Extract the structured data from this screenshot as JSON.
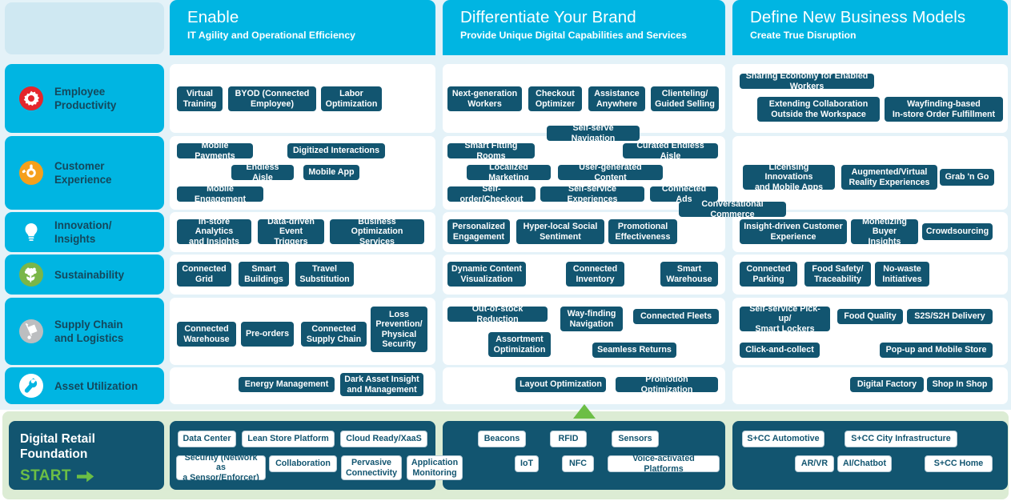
{
  "columns": [
    {
      "title": "Enable",
      "subtitle": "IT Agility and Operational Efficiency"
    },
    {
      "title": "Differentiate Your Brand",
      "subtitle": "Provide Unique Digital Capabilities and Services"
    },
    {
      "title": "Define New Business Models",
      "subtitle": "Create True Disruption"
    }
  ],
  "rows": [
    {
      "label": "Employee\nProductivity",
      "icon": "gear-icon",
      "icon_color": "#e4262c"
    },
    {
      "label": "Customer\nExperience",
      "icon": "customer-target-icon",
      "icon_color": "#f5a01c"
    },
    {
      "label": "Innovation/\nInsights",
      "icon": "lightbulb-icon",
      "icon_color": "#ffffff"
    },
    {
      "label": "Sustainability",
      "icon": "plant-icon",
      "icon_color": "#7ab648"
    },
    {
      "label": "Supply Chain\nand Logistics",
      "icon": "hand-truck-icon",
      "icon_color": "#bcbec0"
    },
    {
      "label": "Asset Utilization",
      "icon": "wrench-icon",
      "icon_color": "#ffffff"
    }
  ],
  "chips": {
    "employee_productivity": {
      "enable": [
        "Virtual\nTraining",
        "BYOD (Connected\nEmployee)",
        "Labor\nOptimization"
      ],
      "differentiate": [
        "Next-generation\nWorkers",
        "Checkout\nOptimizer",
        "Assistance\nAnywhere",
        "Clienteling/\nGuided Selling"
      ],
      "define": [
        "Sharing Economy for Enabled Workers",
        "Extending Collaboration\nOutside the Workspace",
        "Wayfinding-based\nIn-store Order Fulfillment"
      ]
    },
    "customer_experience": {
      "enable": [
        "Mobile Payments",
        "Digitized Interactions",
        "Endless Aisle",
        "Mobile App",
        "Mobile Engagement"
      ],
      "differentiate": [
        "Self-serve Navigation",
        "Smart Fitting Rooms",
        "Curated Endless Aisle",
        "Localized Marketing",
        "User-generated Content",
        "Self-order/Checkout",
        "Self-service Experiences",
        "Connected Ads"
      ],
      "define": [
        "Licensing Innovations\nand Mobile Apps",
        "Augmented/Virtual\nReality Experiences",
        "Grab 'n Go",
        "Conversational Commerce"
      ]
    },
    "innovation_insights": {
      "enable": [
        "In-store Analytics\nand Insights",
        "Data-driven\nEvent Triggers",
        "Business Optimization\nServices"
      ],
      "differentiate": [
        "Personalized\nEngagement",
        "Hyper-local Social\nSentiment",
        "Promotional\nEffectiveness"
      ],
      "define": [
        "Insight-driven Customer\nExperience",
        "Monetizing\nBuyer Insights",
        "Crowdsourcing"
      ]
    },
    "sustainability": {
      "enable": [
        "Connected\nGrid",
        "Smart\nBuildings",
        "Travel\nSubstitution"
      ],
      "differentiate": [
        "Dynamic Content\nVisualization",
        "Connected\nInventory",
        "Smart\nWarehouse"
      ],
      "define": [
        "Connected\nParking",
        "Food Safety/\nTraceability",
        "No-waste\nInitiatives"
      ]
    },
    "supply_chain": {
      "enable": [
        "Connected\nWarehouse",
        "Pre-orders",
        "Connected\nSupply Chain",
        "Loss\nPrevention/\nPhysical\nSecurity"
      ],
      "differentiate": [
        "Out-of-stock Reduction",
        "Way-finding\nNavigation",
        "Connected Fleets",
        "Assortment\nOptimization",
        "Seamless Returns"
      ],
      "define": [
        "Self-service Pick-up/\nSmart Lockers",
        "Food Quality",
        "S2S/S2H Delivery",
        "Click-and-collect",
        "Pop-up and Mobile Store"
      ]
    },
    "asset_utilization": {
      "enable": [
        "Energy Management",
        "Dark Asset Insight\nand Management"
      ],
      "differentiate": [
        "Layout Optimization",
        "Promotion Optimization"
      ],
      "define": [
        "Digital Factory",
        "Shop In Shop"
      ]
    }
  },
  "foundation": {
    "title": "Digital Retail\nFoundation",
    "start_label": "START",
    "start_icon": "arrow-right-icon",
    "enable": [
      "Data Center",
      "Lean Store Platform",
      "Cloud Ready/XaaS",
      "Security (Network as\na Sensor/Enforcer)",
      "Collaboration",
      "Pervasive\nConnectivity",
      "Application\nMonitoring"
    ],
    "differentiate": [
      "Beacons",
      "RFID",
      "Sensors",
      "IoT",
      "NFC",
      "Voice-activated Platforms"
    ],
    "define": [
      "S+CC Automotive",
      "S+CC City Infrastructure",
      "AR/VR",
      "AI/Chatbot",
      "S+CC Home"
    ]
  },
  "colors": {
    "accent_cyan": "#00b5e2",
    "chip_dark": "#125570",
    "foundation_green_bg": "#dcecd4",
    "start_green": "#6cbe45",
    "matrix_bg": "#e4f2f8"
  }
}
